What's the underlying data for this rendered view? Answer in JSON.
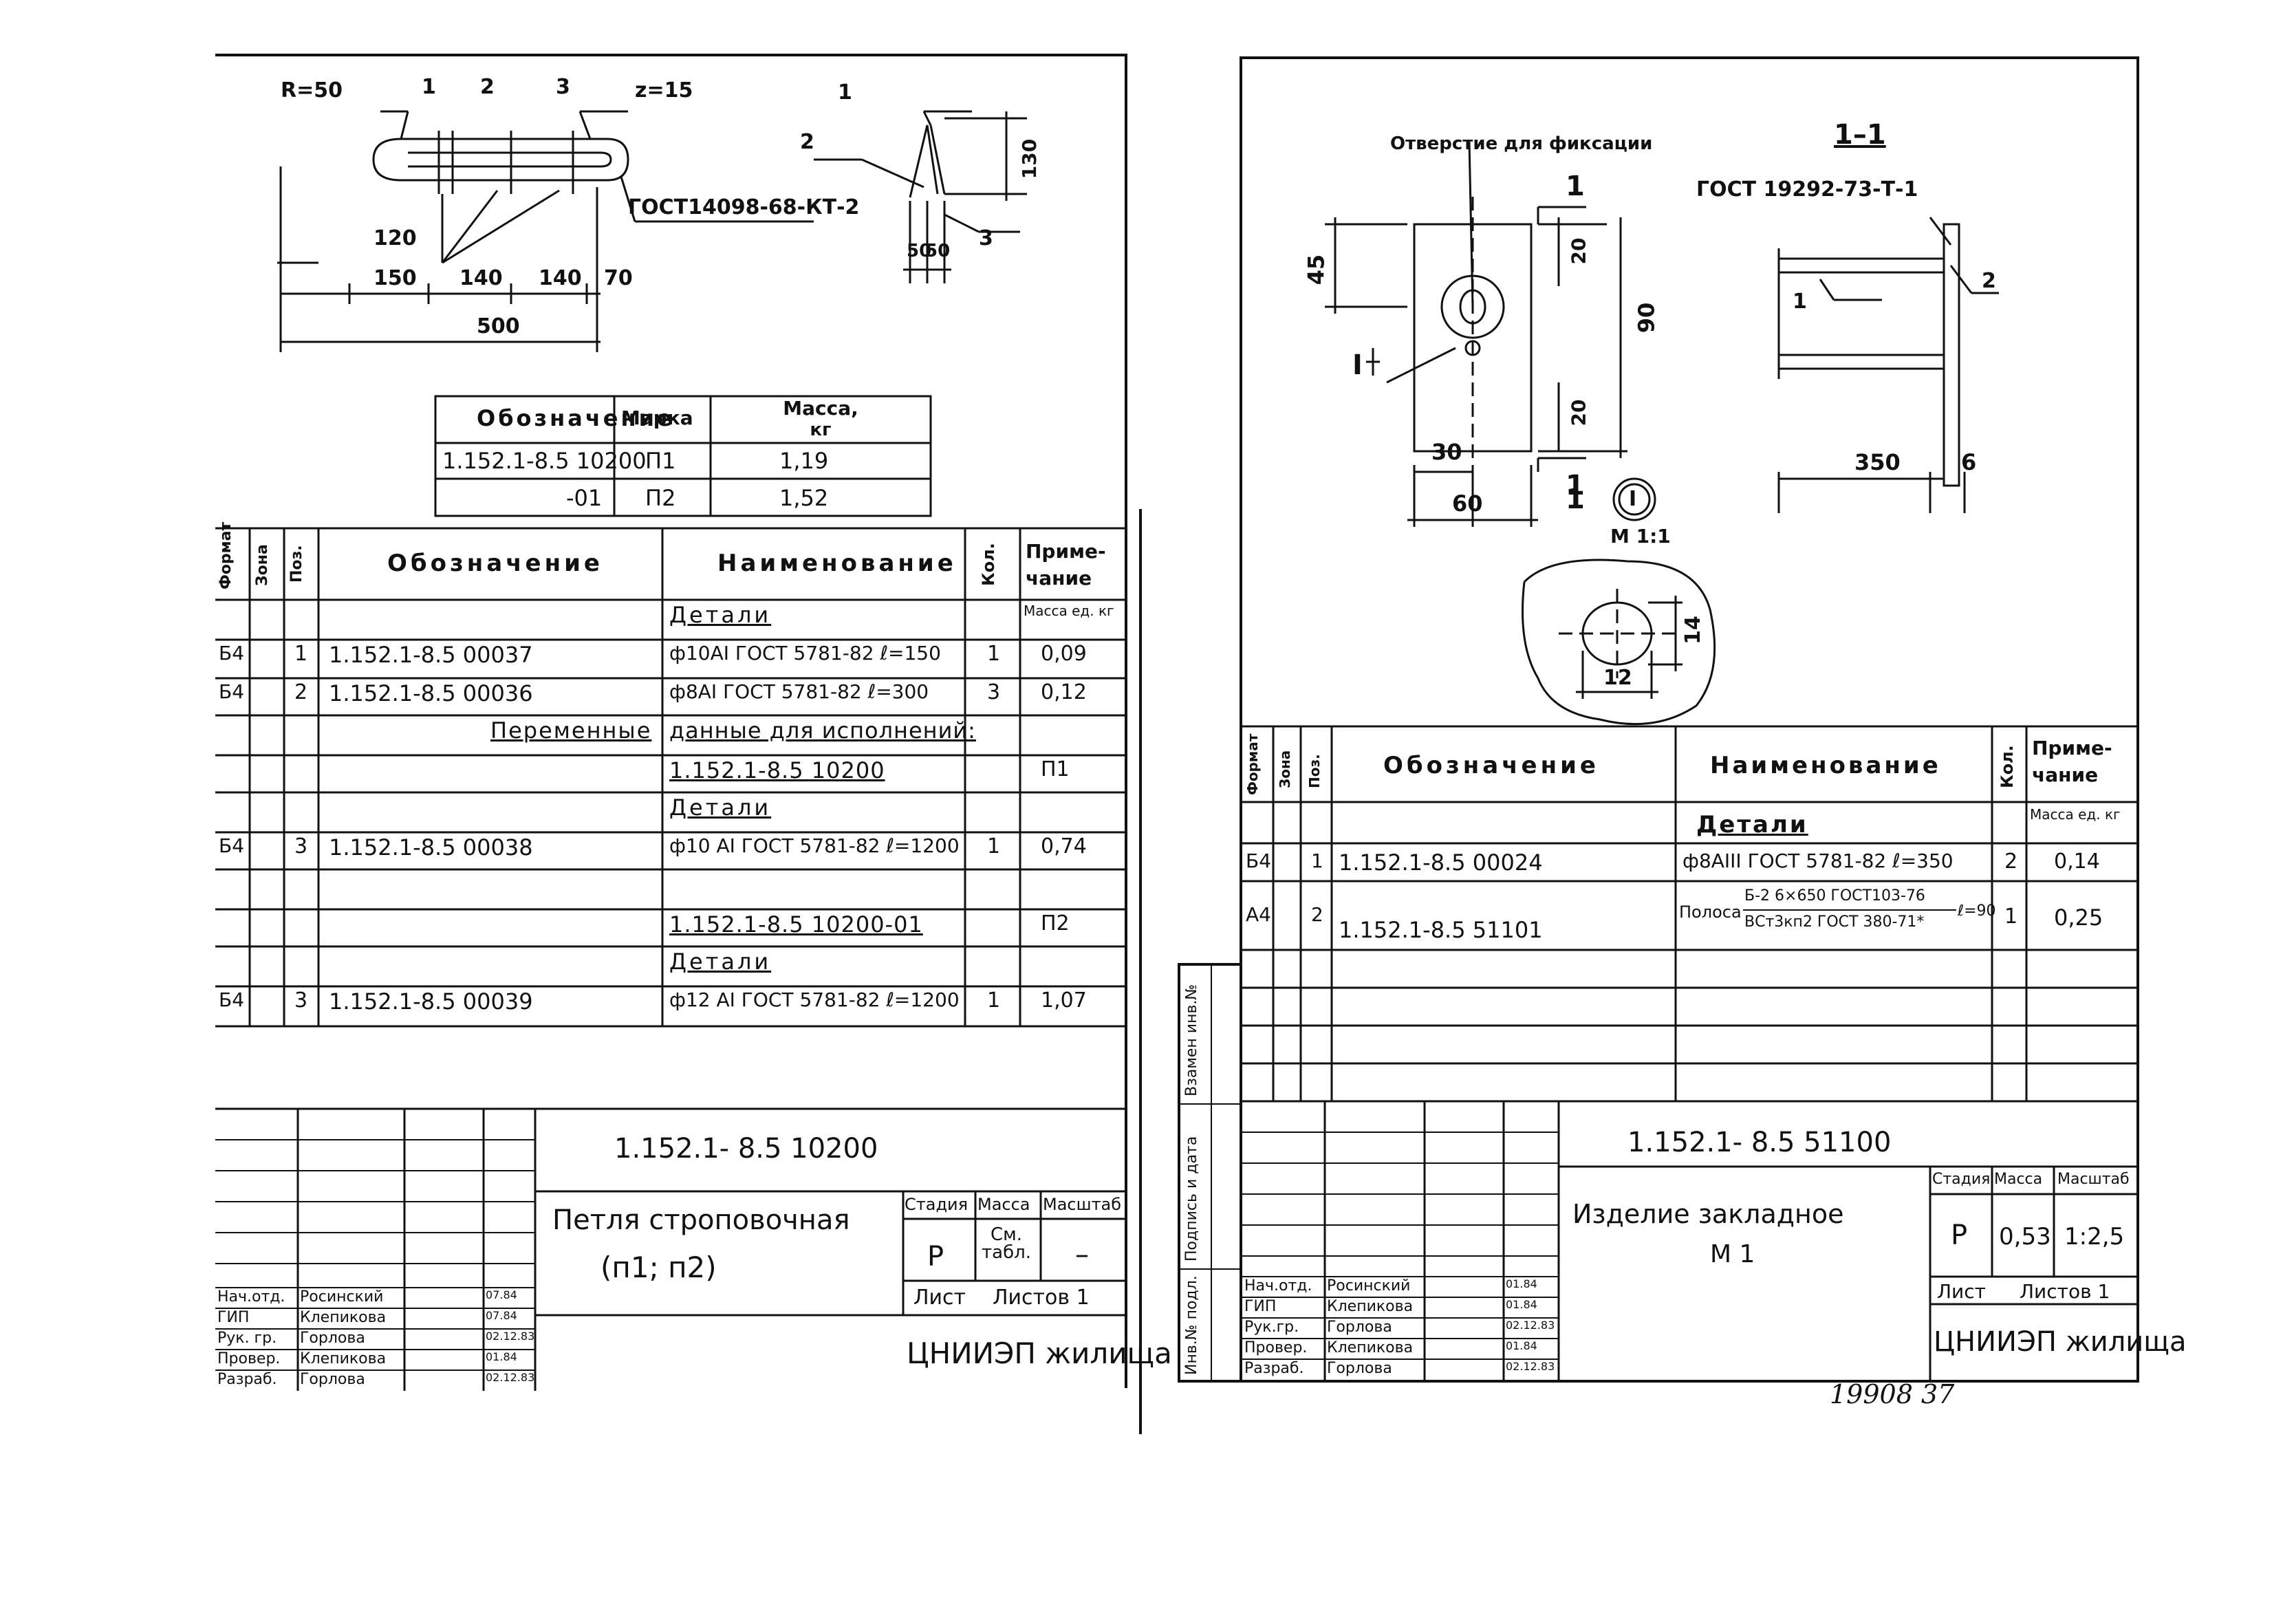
{
  "left_sheet": {
    "drawing": {
      "r_label": "R=50",
      "z_label": "z=15",
      "callouts": [
        "1",
        "2",
        "3"
      ],
      "gost": "ГОСТ14098-68-КТ-2",
      "dims": {
        "d120": "120",
        "d150": "150",
        "d140a": "140",
        "d140b": "140",
        "d70": "70",
        "d500": "500",
        "d130": "130",
        "d50a": "50",
        "d50b": "50"
      },
      "side_callouts": [
        "1",
        "2",
        "3"
      ]
    },
    "mass_table": {
      "headers": {
        "designation": "Обозначение",
        "mark": "Марка",
        "mass": "Масса,",
        "mass_unit": "кг"
      },
      "rows": [
        {
          "designation": "1.152.1-8.5  10200",
          "mark": "П1",
          "mass": "1,19"
        },
        {
          "designation": "-01",
          "mark": "П2",
          "mass": "1,52"
        }
      ]
    },
    "spec": {
      "headers": {
        "format": "Формат",
        "zone": "Зона",
        "pos": "Поз.",
        "designation": "Обозначение",
        "name": "Наименование",
        "qty": "Кол.",
        "note": "Приме-чание"
      },
      "rows": [
        {
          "format": "",
          "zone": "",
          "pos": "",
          "designation": "",
          "name": "Детали",
          "qty": "",
          "note": "Масса ед. кг"
        },
        {
          "format": "Б4",
          "zone": "",
          "pos": "1",
          "designation": "1.152.1-8.5   00037",
          "name": "ф10АI ГОСТ 5781-82 ℓ=150",
          "qty": "1",
          "note": "0,09"
        },
        {
          "format": "Б4",
          "zone": "",
          "pos": "2",
          "designation": "1.152.1-8.5   00036",
          "name": "ф8АI ГОСТ 5781-82 ℓ=300",
          "qty": "3",
          "note": "0,12"
        },
        {
          "format": "",
          "zone": "",
          "pos": "",
          "designation": "Переменные",
          "name": "данные для исполнений:",
          "qty": "",
          "note": ""
        },
        {
          "format": "",
          "zone": "",
          "pos": "",
          "designation": "",
          "name": "1.152.1-8.5  10200",
          "qty": "",
          "note": "П1"
        },
        {
          "format": "",
          "zone": "",
          "pos": "",
          "designation": "",
          "name": "Детали",
          "qty": "",
          "note": ""
        },
        {
          "format": "Б4",
          "zone": "",
          "pos": "3",
          "designation": "1.152.1-8.5   00038",
          "name": "ф10 АI ГОСТ 5781-82 ℓ=1200",
          "qty": "1",
          "note": "0,74"
        },
        {
          "format": "",
          "zone": "",
          "pos": "",
          "designation": "",
          "name": "",
          "qty": "",
          "note": ""
        },
        {
          "format": "",
          "zone": "",
          "pos": "",
          "designation": "",
          "name": "1.152.1-8.5  10200-01",
          "qty": "",
          "note": "П2"
        },
        {
          "format": "",
          "zone": "",
          "pos": "",
          "designation": "",
          "name": "Детали",
          "qty": "",
          "note": ""
        },
        {
          "format": "Б4",
          "zone": "",
          "pos": "3",
          "designation": "1.152.1-8.5   00039",
          "name": "ф12 АI ГОСТ 5781-82 ℓ=1200",
          "qty": "1",
          "note": "1,07"
        }
      ]
    },
    "title_block": {
      "code": "1.152.1- 8.5   10200",
      "title_line1": "Петля строповочная",
      "title_line2": "(п1;  п2)",
      "stage_h": "Стадия",
      "mass_h": "Масса",
      "scale_h": "Масштаб",
      "stage": "Р",
      "mass": "См. табл.",
      "scale": "–",
      "sheet": "Лист",
      "sheets": "Листов 1",
      "org": "ЦНИИЭП жилища",
      "people": [
        {
          "role": "Нач.отд.",
          "name": "Росинский",
          "date": "07.84"
        },
        {
          "role": "ГИП",
          "name": "Клепикова",
          "date": "07.84"
        },
        {
          "role": "Рук. гр.",
          "name": "Горлова",
          "date": "02.12.83"
        },
        {
          "role": "Провер.",
          "name": "Клепикова",
          "date": "01.84"
        },
        {
          "role": "Разраб.",
          "name": "Горлова",
          "date": "02.12.83"
        }
      ]
    }
  },
  "right_sheet": {
    "drawing": {
      "hole_label": "Отверстие для фиксации",
      "section_label": "1–1",
      "gost": "ГОСТ 19292-73-Т-1",
      "cut_marks": [
        "1",
        "1",
        "1"
      ],
      "dims": {
        "d45": "45",
        "d20a": "20",
        "d90": "90",
        "d20b": "20",
        "d30": "30",
        "d60": "60",
        "d350": "350",
        "d6": "6",
        "d14": "14",
        "d12": "12"
      },
      "callouts": [
        "1",
        "2"
      ],
      "detail_label": "I",
      "detail_scale": "М 1:1"
    },
    "side_stamp": [
      "Инв.№ подл.",
      "Подпись и дата",
      "Взамен инв.№"
    ],
    "spec": {
      "headers": {
        "format": "Формат",
        "zone": "Зона",
        "pos": "Поз.",
        "designation": "Обозначение",
        "name": "Наименование",
        "qty": "Кол.",
        "note": "Приме-чание"
      },
      "rows": [
        {
          "format": "",
          "zone": "",
          "pos": "",
          "designation": "",
          "name": "Детали",
          "qty": "",
          "note": "Масса ед. кг"
        },
        {
          "format": "Б4",
          "zone": "",
          "pos": "1",
          "designation": "1.152.1-8.5   00024",
          "name": "ф8АIII ГОСТ 5781-82 ℓ=350",
          "qty": "2",
          "note": "0,14"
        },
        {
          "format": "А4",
          "zone": "",
          "pos": "2",
          "designation": "1.152.1-8.5   51101",
          "name_prefix": "Полоса",
          "name_top": "Б-2 6×650 ГОСТ103-76",
          "name_bottom": "ВСт3кп2 ГОСТ 380-71*",
          "name_len": "ℓ=90",
          "qty": "1",
          "note": "0,25"
        }
      ]
    },
    "title_block": {
      "code": "1.152.1- 8.5      51100",
      "title_line1": "Изделие закладное",
      "title_line2": "М 1",
      "stage_h": "Стадия",
      "mass_h": "Масса",
      "scale_h": "Масштаб",
      "stage": "Р",
      "mass": "0,53",
      "scale": "1:2,5",
      "sheet": "Лист",
      "sheets": "Листов 1",
      "org": "ЦНИИЭП жилища",
      "people": [
        {
          "role": "Нач.отд.",
          "name": "Росинский",
          "date": "01.84"
        },
        {
          "role": "ГИП",
          "name": "Клепикова",
          "date": "01.84"
        },
        {
          "role": "Рук.гр.",
          "name": "Горлова",
          "date": "02.12.83"
        },
        {
          "role": "Провер.",
          "name": "Клепикова",
          "date": "01.84"
        },
        {
          "role": "Разраб.",
          "name": "Горлова",
          "date": "02.12.83"
        }
      ]
    },
    "footer_note": "19908   37"
  }
}
